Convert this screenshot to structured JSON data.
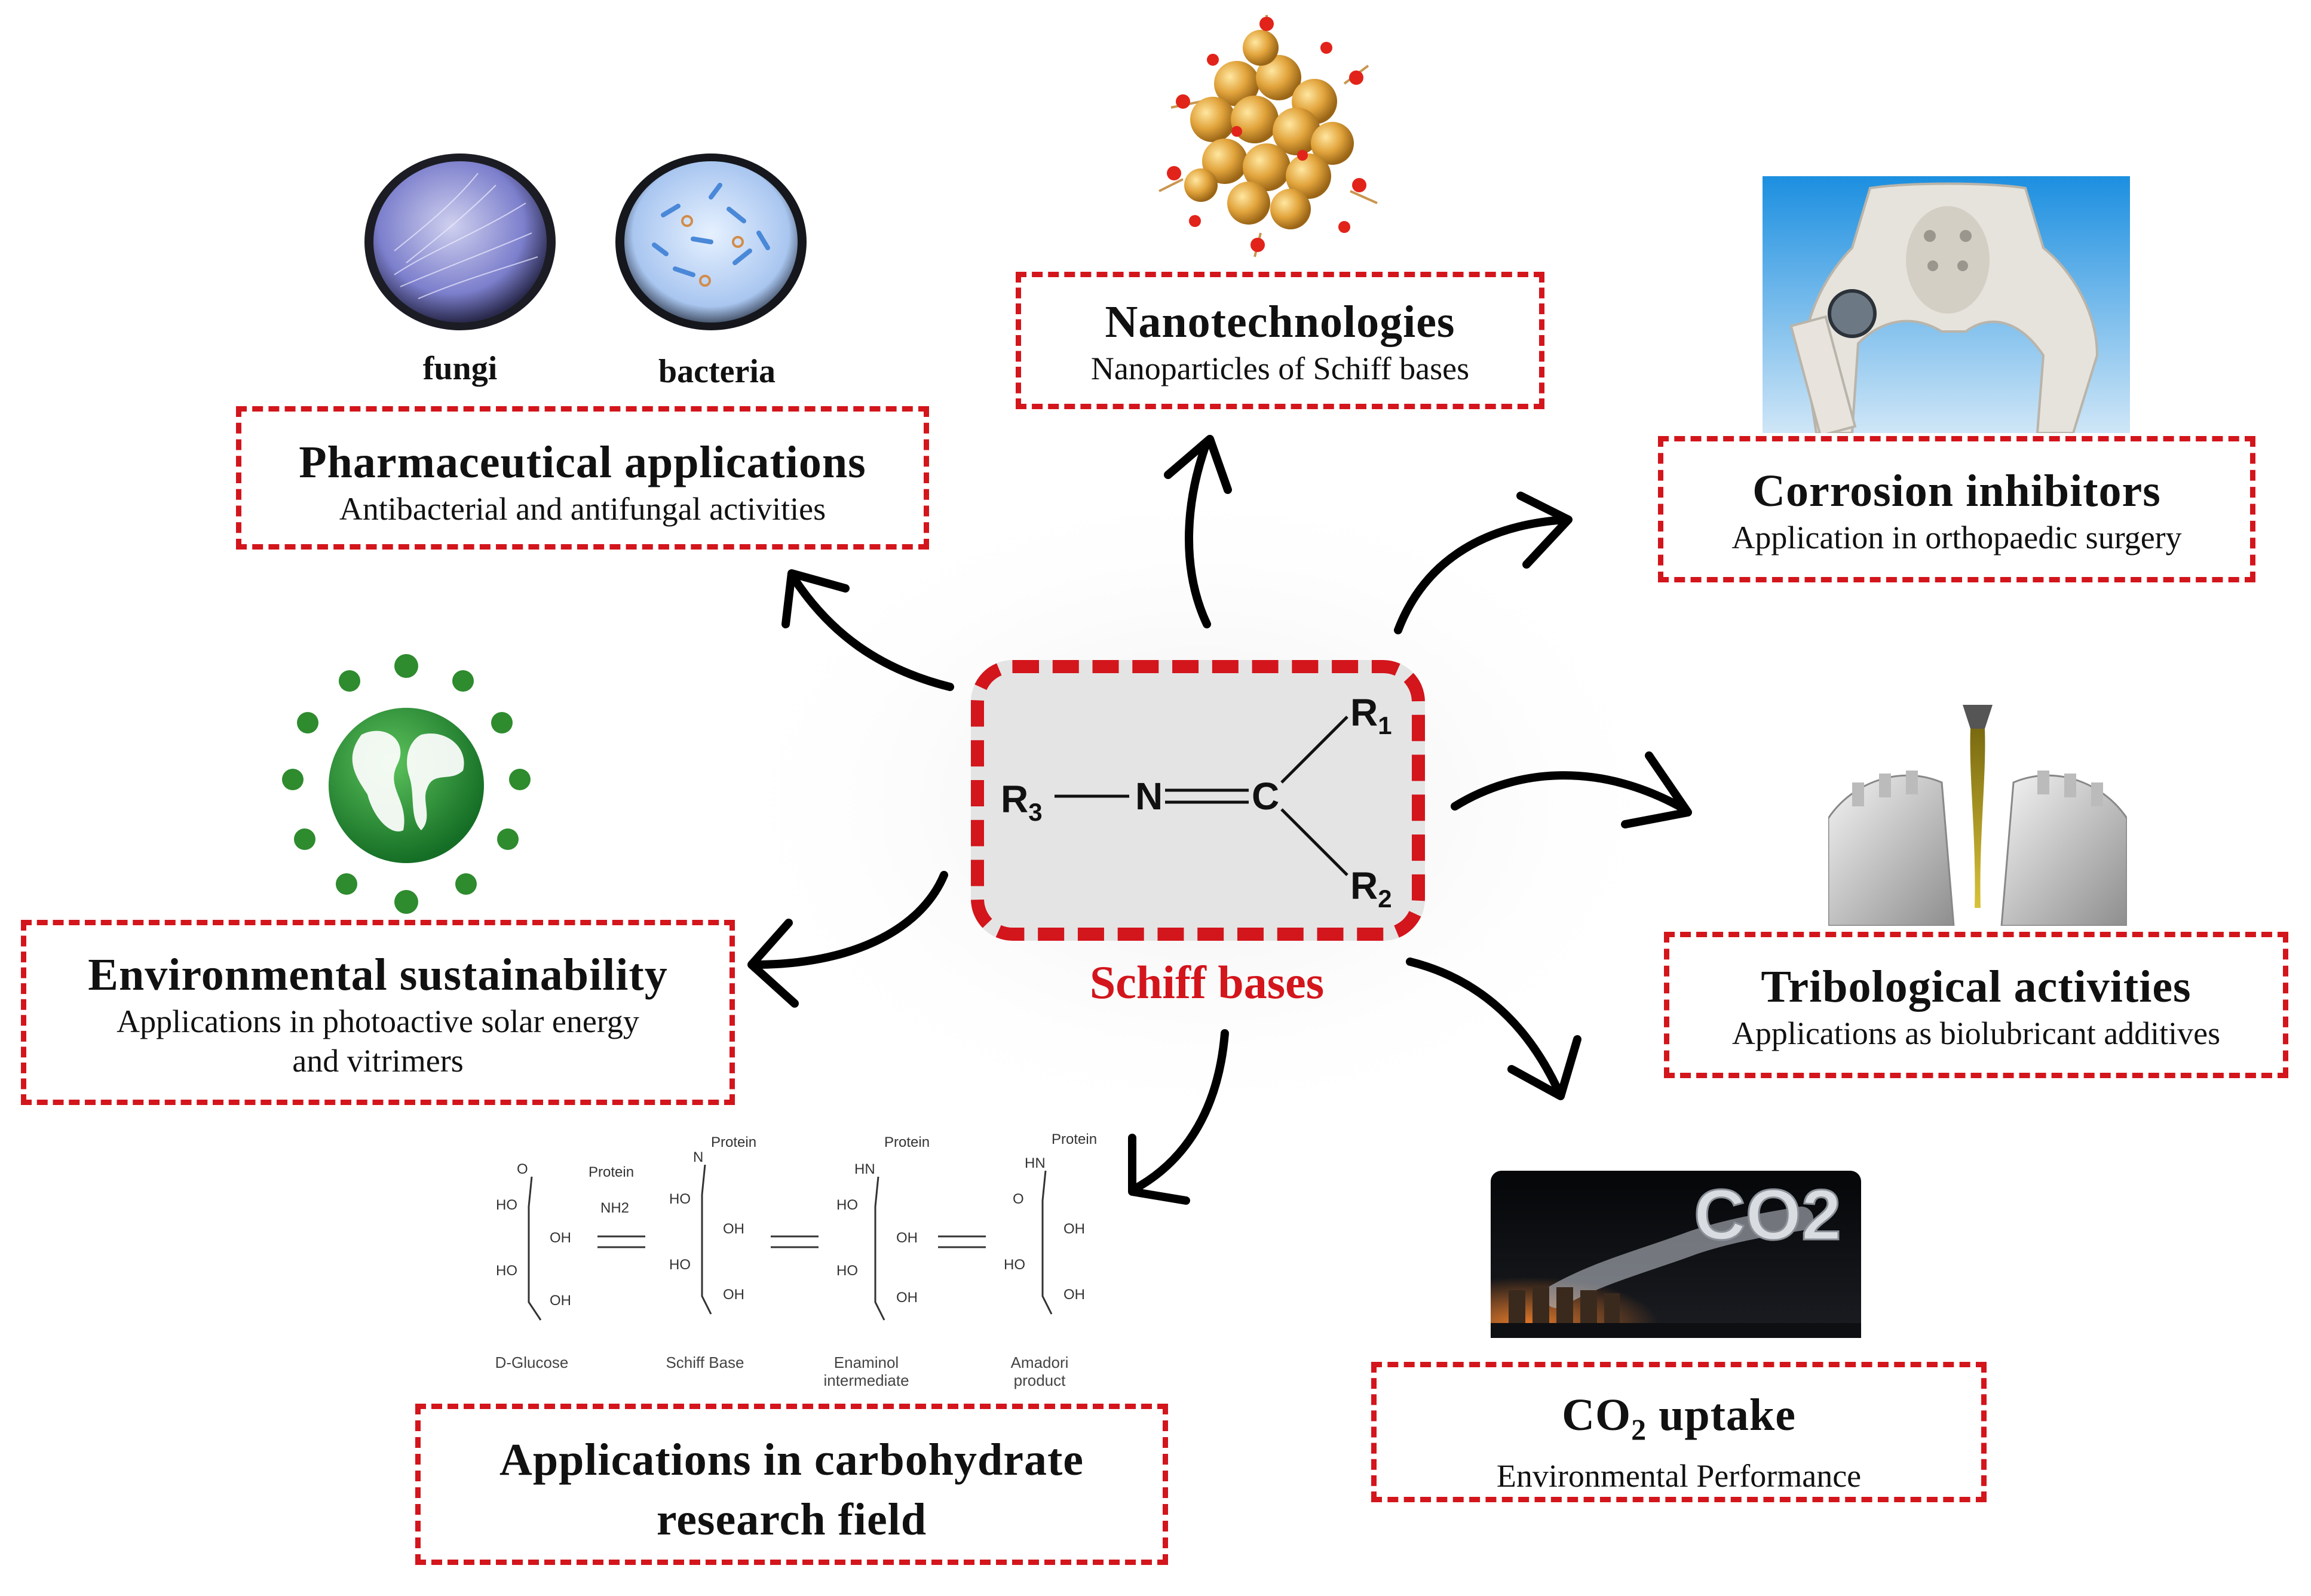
{
  "center": {
    "caption": "Schiff bases",
    "formula": {
      "r1": "R",
      "r1_sub": "1",
      "r2": "R",
      "r2_sub": "2",
      "r3": "R",
      "r3_sub": "3",
      "n": "N",
      "c": "C"
    }
  },
  "nodes": {
    "pharma": {
      "title": "Pharmaceutical applications",
      "subtitle": "Antibacterial and antifungal activities",
      "img_labels": [
        "fungi",
        "bacteria"
      ]
    },
    "nano": {
      "title": "Nanotechnologies",
      "subtitle": "Nanoparticles of Schiff bases"
    },
    "corrosion": {
      "title": "Corrosion inhibitors",
      "subtitle": "Application in orthopaedic surgery"
    },
    "environment": {
      "title": "Environmental sustainability",
      "subtitle_line1": "Applications in photoactive solar energy",
      "subtitle_line2": "and vitrimers"
    },
    "tribology": {
      "title": "Tribological activities",
      "subtitle": "Applications as biolubricant additives"
    },
    "co2": {
      "title_pre": "CO",
      "title_sub": "2",
      "title_post": " uptake",
      "subtitle": "Environmental Performance",
      "image_text": "CO2"
    },
    "carbohydrate": {
      "title_line1": "Applications in carbohydrate",
      "title_line2": "research field",
      "scheme_labels": [
        "D-Glucose",
        "Schiff Base",
        "Enaminol",
        "intermediate",
        "Amadori",
        "product"
      ],
      "scheme_groups": [
        "Protein",
        "NH2",
        "HO",
        "OH",
        "O",
        "N",
        "HN"
      ]
    }
  },
  "colors": {
    "accent": "#d3151c",
    "center_fill": "#e4e4e4",
    "arrow": "#000000"
  },
  "icons": [
    "petri-dish-fungi-icon",
    "petri-dish-bacteria-icon",
    "nanoparticle-cluster-icon",
    "hip-implant-icon",
    "green-earth-icon",
    "gears-oil-icon",
    "power-plant-co2-icon",
    "chemical-scheme-icon"
  ]
}
